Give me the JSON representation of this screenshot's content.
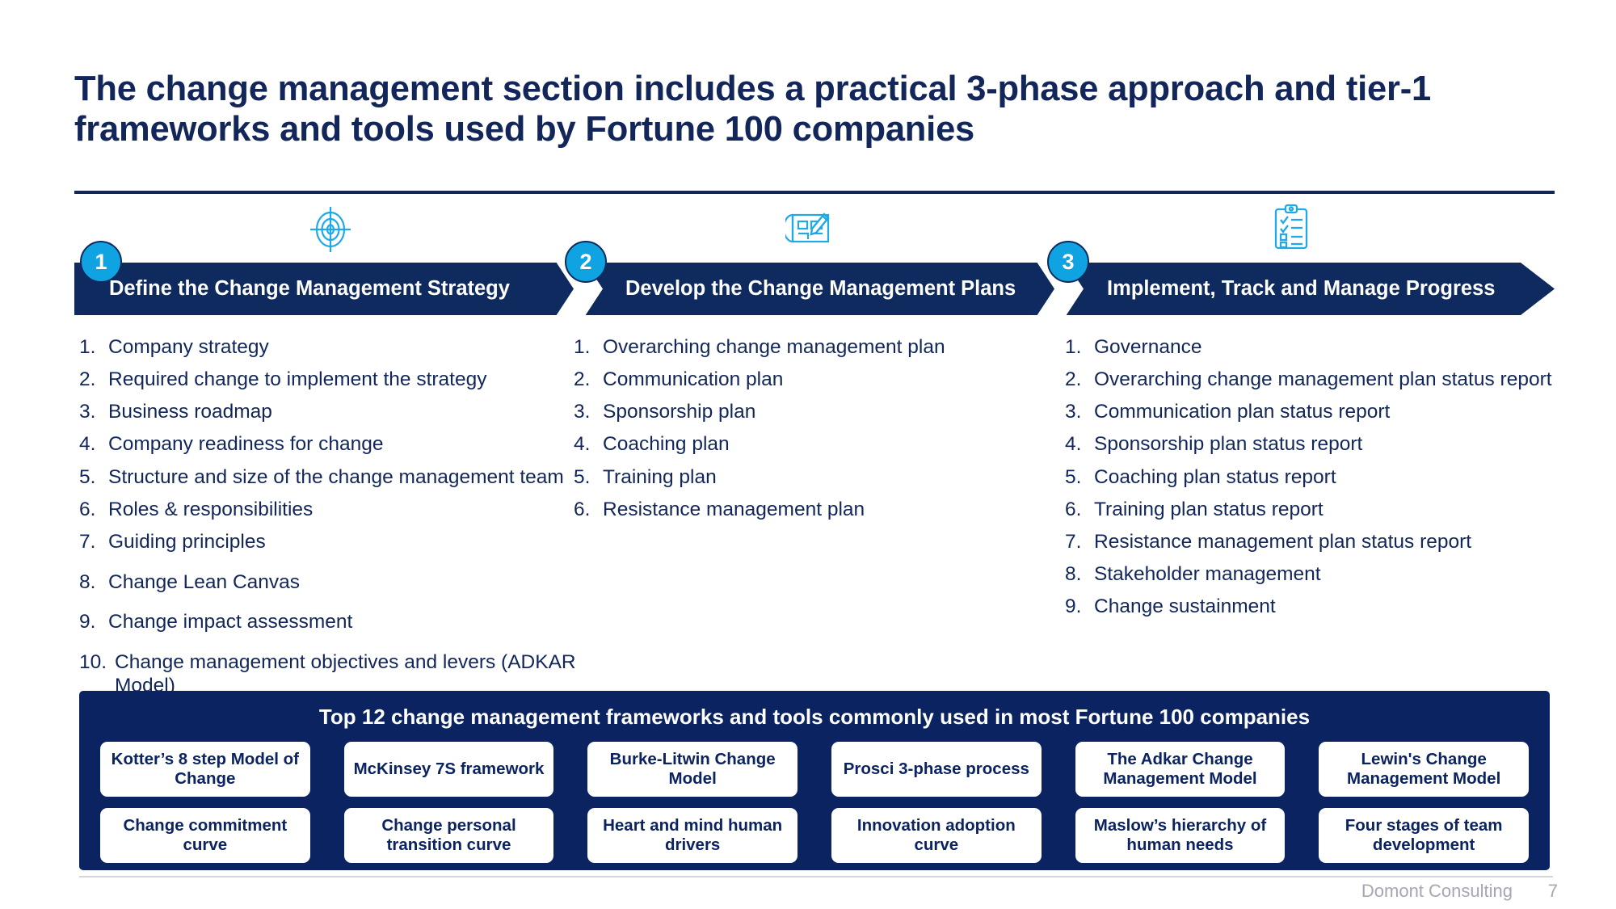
{
  "title": "The change management section includes a practical 3-phase approach and tier-1 frameworks and tools used by Fortune 100 companies",
  "colors": {
    "navy": "#12265A",
    "banner_navy": "#0F2A5F",
    "panel_navy": "#0B2360",
    "cyan": "#0FA3E2",
    "white": "#FFFFFF",
    "footer_gray": "#A6A6B4"
  },
  "phases": [
    {
      "number": "1",
      "icon": "target-crosshair-icon",
      "title": "Define the Change Management Strategy",
      "items": [
        {
          "num": "1.",
          "text": "Company strategy"
        },
        {
          "num": "2.",
          "text": "Required change to implement the strategy"
        },
        {
          "num": "3.",
          "text": "Business roadmap"
        },
        {
          "num": "4.",
          "text": "Company readiness for change"
        },
        {
          "num": "5.",
          "text": "Structure and size of the change management team"
        },
        {
          "num": "6.",
          "text": "Roles & responsibilities"
        },
        {
          "num": "7.",
          "text": "Guiding principles"
        },
        {
          "num": "8.",
          "text": "Change Lean Canvas"
        },
        {
          "num": "9.",
          "text": "Change impact assessment"
        },
        {
          "num": "10.",
          "text": "Change management objectives and levers (ADKAR Model)"
        }
      ]
    },
    {
      "number": "2",
      "icon": "blueprint-pencil-icon",
      "title": "Develop the Change Management Plans",
      "items": [
        {
          "num": "1.",
          "text": "Overarching change management plan"
        },
        {
          "num": "2.",
          "text": "Communication plan"
        },
        {
          "num": "3.",
          "text": "Sponsorship plan"
        },
        {
          "num": "4.",
          "text": "Coaching plan"
        },
        {
          "num": "5.",
          "text": "Training plan"
        },
        {
          "num": "6.",
          "text": "Resistance management plan"
        }
      ]
    },
    {
      "number": "3",
      "icon": "clipboard-checklist-icon",
      "title": "Implement, Track and Manage Progress",
      "items": [
        {
          "num": "1.",
          "text": "Governance"
        },
        {
          "num": "2.",
          "text": "Overarching change management plan status report"
        },
        {
          "num": "3.",
          "text": "Communication plan status report"
        },
        {
          "num": "4.",
          "text": "Sponsorship plan status report"
        },
        {
          "num": "5.",
          "text": "Coaching plan status report"
        },
        {
          "num": "6.",
          "text": "Training plan status report"
        },
        {
          "num": "7.",
          "text": "Resistance management plan status report"
        },
        {
          "num": "8.",
          "text": "Stakeholder management"
        },
        {
          "num": "9.",
          "text": "Change sustainment"
        }
      ]
    }
  ],
  "frameworks_panel": {
    "title": "Top 12 change management frameworks and tools commonly used in most Fortune 100 companies",
    "cards": [
      "Kotter’s 8 step Model of Change",
      "McKinsey 7S framework",
      "Burke-Litwin Change Model",
      "Prosci 3-phase process",
      "The Adkar Change Management Model",
      "Lewin's Change Management Model",
      "Change commitment curve",
      "Change personal transition curve",
      "Heart and mind human drivers",
      "Innovation adoption curve",
      "Maslow’s hierarchy of human needs",
      "Four stages of team development"
    ]
  },
  "footer": {
    "brand": "Domont Consulting",
    "page": "7"
  }
}
